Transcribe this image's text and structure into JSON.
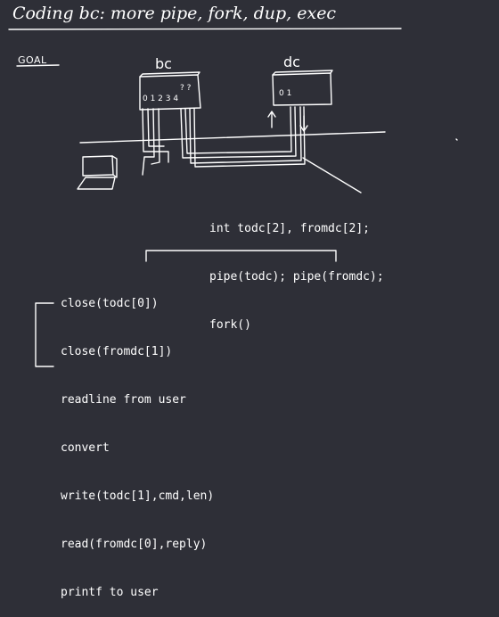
{
  "title": "Coding bc: more pipe, fork, dup, exec",
  "goal_label": "GOAL",
  "bc_label": "bc",
  "dc_label": "dc",
  "bc_fds": "0 1 2 3 4",
  "bc_unknown": "? ?",
  "dc_fds": "0 1",
  "code_top": [
    "int todc[2], fromdc[2];",
    "pipe(todc); pipe(fromdc);",
    "fork()"
  ],
  "code_child": [
    "close(todc[0])",
    "close(fromdc[1])",
    "readline from user",
    "convert",
    "write(todc[1],cmd,len)",
    "read(fromdc[0],reply)",
    "printf to user"
  ]
}
